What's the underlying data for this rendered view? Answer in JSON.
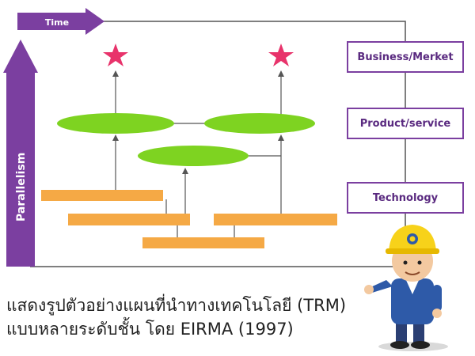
{
  "axes": {
    "time_label": "Time",
    "parallelism_label": "Parallelism"
  },
  "layers": {
    "business": "Business/Merket",
    "product": "Product/service",
    "technology": "Technology"
  },
  "caption": {
    "line1": "แสดงรูปตัวอย่างแผนที่นำทางเทคโนโลยี (TRM)",
    "line2": "แบบหลายระดับชั้น โดย EIRMA (1997)"
  },
  "colors": {
    "purple": "#7b3fa0",
    "green": "#7ed321",
    "orange": "#f5a945",
    "star": "#e8336b"
  }
}
